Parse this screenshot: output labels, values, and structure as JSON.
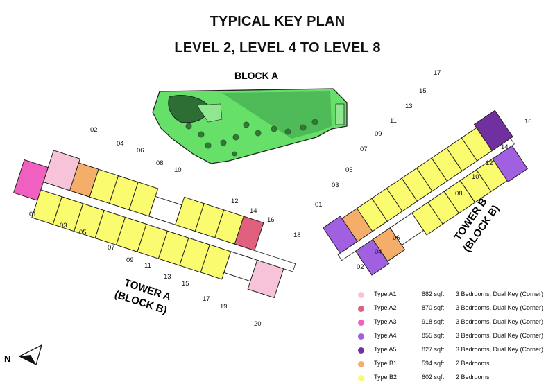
{
  "title_line1": "TYPICAL KEY PLAN",
  "title_line2": "LEVEL 2, LEVEL 4 TO LEVEL 8",
  "block_a_label": "BLOCK A",
  "tower_a": {
    "name": "TOWER A",
    "sub": "(BLOCK B)"
  },
  "tower_b": {
    "name": "TOWER B",
    "sub": "(BLOCK B)"
  },
  "compass_label": "N",
  "unit_labels": {
    "tower_a": [
      "01",
      "02",
      "03",
      "04",
      "05",
      "06",
      "07",
      "08",
      "09",
      "10",
      "11",
      "12",
      "13",
      "14",
      "15",
      "16",
      "17",
      "18",
      "19",
      "20"
    ],
    "tower_b": [
      "01",
      "02",
      "03",
      "04",
      "05",
      "06",
      "07",
      "08",
      "09",
      "10",
      "11",
      "12",
      "13",
      "14",
      "15",
      "16",
      "17"
    ]
  },
  "colors": {
    "A1": "#f7c3d8",
    "A2": "#e0607e",
    "A3": "#f060c0",
    "A4": "#a060e0",
    "A5": "#7030a0",
    "B1": "#f5ad6a",
    "B2": "#fbfb6f",
    "garden": "#66e068",
    "core": "#ffffff",
    "outline": "#222222"
  },
  "legend": [
    {
      "type": "Type A1",
      "size": "882 sqft",
      "desc": "3 Bedrooms, Dual Key (Corner)",
      "color": "#f7c3d8"
    },
    {
      "type": "Type A2",
      "size": "870 sqft",
      "desc": "3 Bedrooms, Dual Key (Corner)",
      "color": "#e0607e"
    },
    {
      "type": "Type A3",
      "size": "918 sqft",
      "desc": "3 Bedrooms, Dual Key (Corner)",
      "color": "#f060c0"
    },
    {
      "type": "Type A4",
      "size": "855 sqft",
      "desc": "3 Bedrooms, Dual Key (Corner)",
      "color": "#a060e0"
    },
    {
      "type": "Type A5",
      "size": "827 sqft",
      "desc": "3 Bedrooms, Dual Key (Corner)",
      "color": "#7030a0"
    },
    {
      "type": "Type B1",
      "size": "594 sqft",
      "desc": "2 Bedrooms",
      "color": "#f5ad6a"
    },
    {
      "type": "Type B2",
      "size": "602 sqft",
      "desc": "2 Bedrooms",
      "color": "#fbfb6f"
    }
  ]
}
